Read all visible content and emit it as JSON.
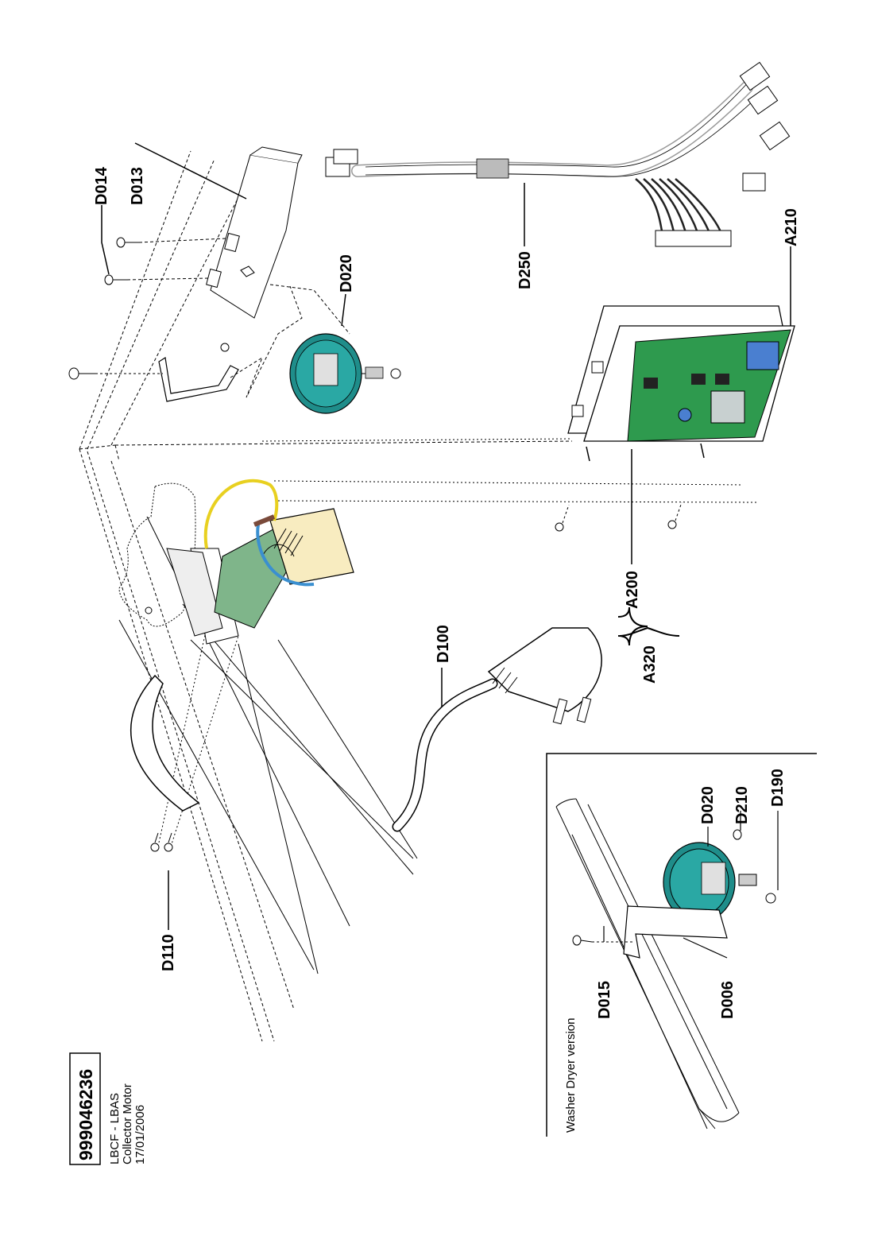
{
  "header": {
    "part_number": "999046236",
    "model": "LBCF - LBAS",
    "motor": "Collector Motor",
    "date": "17/01/2006"
  },
  "inset": {
    "title": "Washer Dryer version"
  },
  "labels": {
    "D014": "D014",
    "D013": "D013",
    "D020": "D020",
    "D250": "D250",
    "A210": "A210",
    "A200": "A200",
    "A320": "A320",
    "D100": "D100",
    "D110": "D110",
    "D015": "D015",
    "D006": "D006",
    "D020_inset": "D020",
    "D210": "D210",
    "D190": "D190"
  },
  "colors": {
    "pcb_green": "#2e9a4e",
    "connector_green": "#7fb58a",
    "ivory": "#f8ecc0",
    "yellow_wire": "#e8d020",
    "blue_wire": "#3a8fd0",
    "brown_wire": "#7a4a3a",
    "gauge_teal": "#1f8d8a",
    "capacitor_blue": "#4a7fd0"
  }
}
